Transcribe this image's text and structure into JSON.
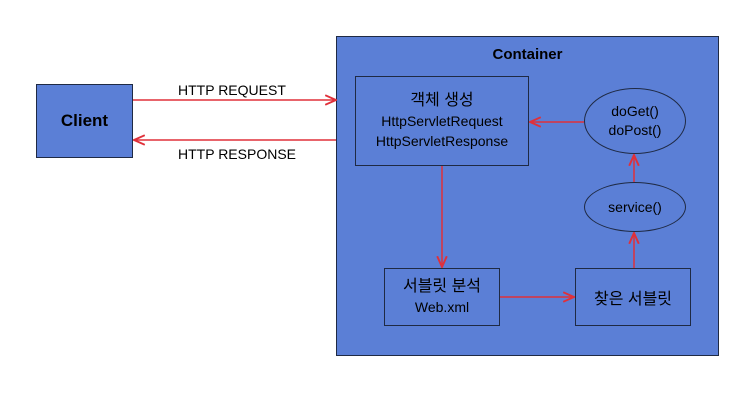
{
  "container": {
    "title": "Container"
  },
  "client": {
    "label": "Client"
  },
  "edges": {
    "request": "HTTP REQUEST",
    "response": "HTTP RESPONSE"
  },
  "create_object": {
    "line1": "객체 생성",
    "line2": "HttpServletRequest",
    "line3": "HttpServletResponse"
  },
  "do_methods": {
    "line1": "doGet()",
    "line2": "doPost()"
  },
  "service": {
    "label": "service()"
  },
  "servlet_analysis": {
    "line1": "서블릿 분석",
    "line2": "Web.xml"
  },
  "found_servlet": {
    "label": "찾은 서블릿"
  },
  "colors": {
    "box_fill": "#5b7fd6",
    "arrow": "#e0303a",
    "border": "#1f2a44"
  }
}
